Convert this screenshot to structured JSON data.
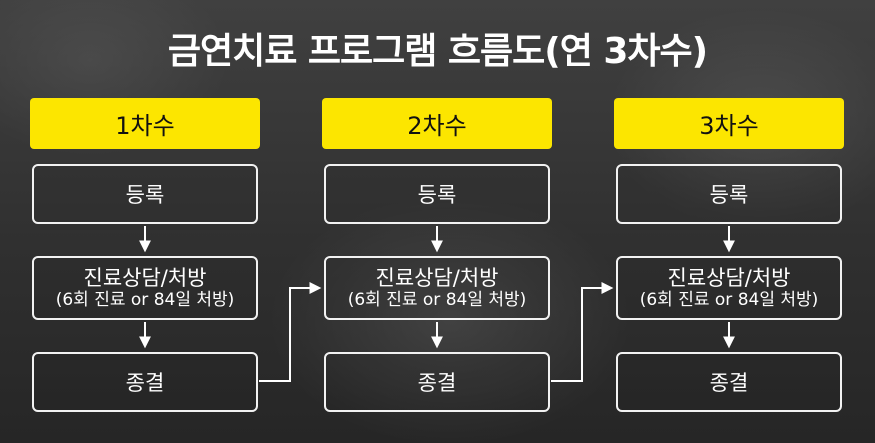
{
  "title": "금연치료 프로그램 흐름도(연 3차수)",
  "columns": [
    {
      "header": "1차수",
      "steps": {
        "register": "등록",
        "consult": "진료상담/처방",
        "consult_detail": "(6회 진료 or 84일 처방)",
        "end": "종결"
      }
    },
    {
      "header": "2차수",
      "steps": {
        "register": "등록",
        "consult": "진료상담/처방",
        "consult_detail": "(6회 진료 or 84일 처방)",
        "end": "종결"
      }
    },
    {
      "header": "3차수",
      "steps": {
        "register": "등록",
        "consult": "진료상담/처방",
        "consult_detail": "(6회 진료 or 84일 처방)",
        "end": "종결"
      }
    }
  ],
  "colors": {
    "header_fill": "#fce600",
    "box_border": "#f2f2f2",
    "text": "#ffffff"
  }
}
